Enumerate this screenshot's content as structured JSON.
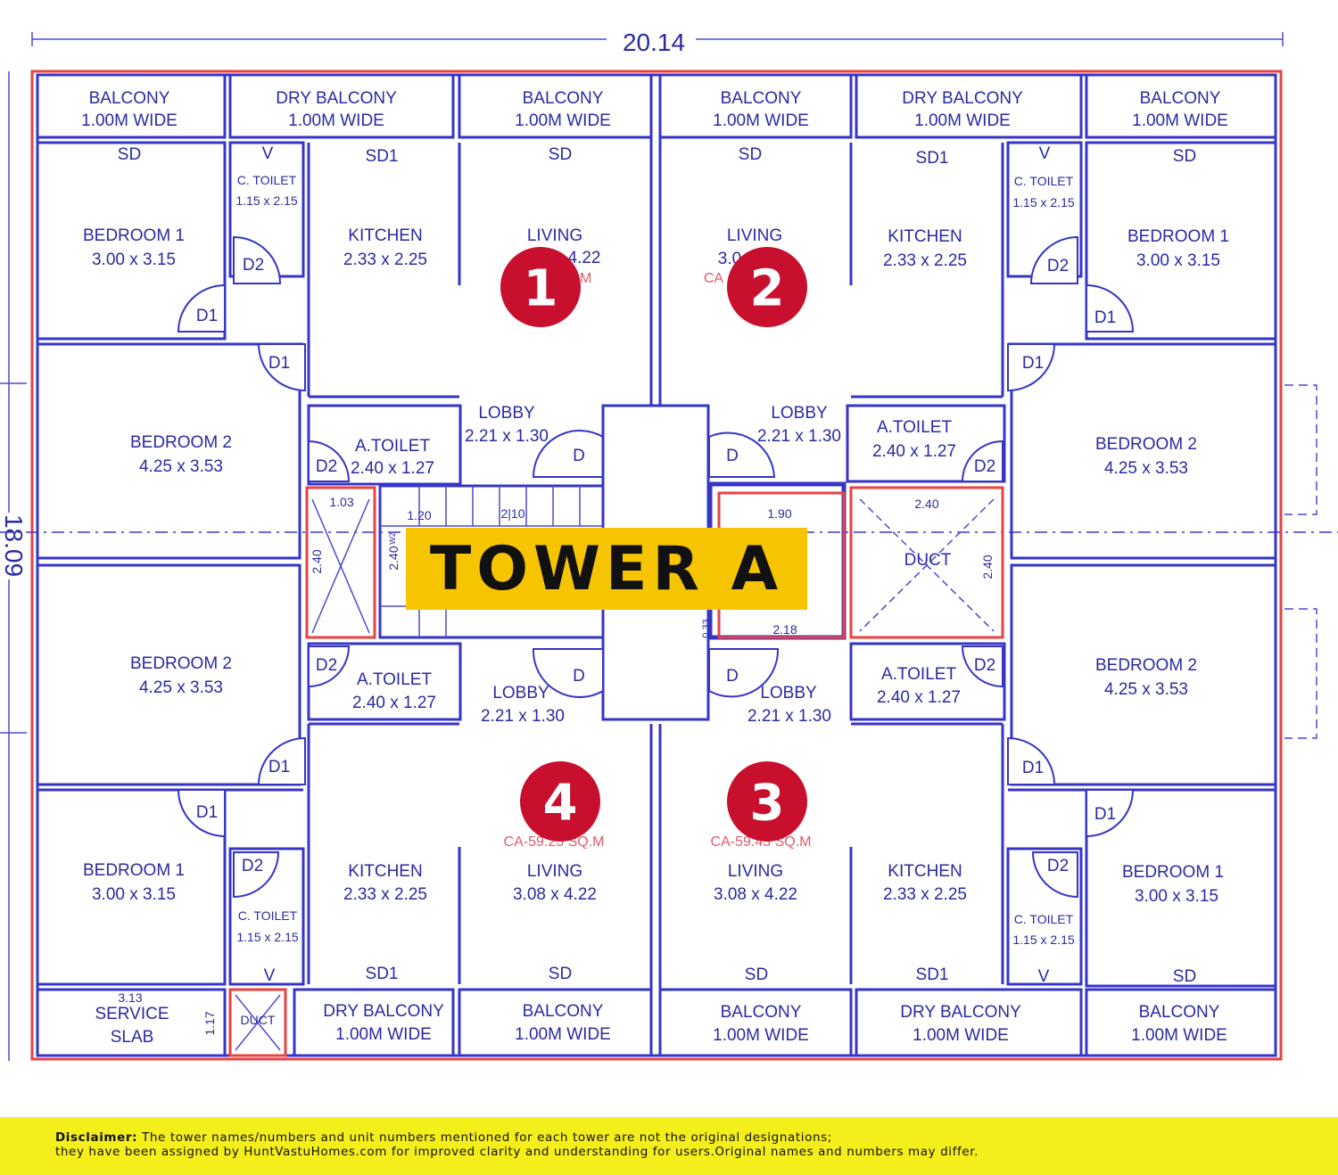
{
  "overall_width": "20.14",
  "overall_depth": "18.09",
  "tower_label": "TOWER A",
  "units": [
    {
      "number": "1",
      "area": "CA-59.SQ.M"
    },
    {
      "number": "2",
      "area": "CA"
    },
    {
      "number": "3",
      "area": "CA-59.43 SQ.M"
    },
    {
      "number": "4",
      "area": "CA-59.25 SQ.M"
    }
  ],
  "rooms": {
    "balcony": {
      "name": "BALCONY",
      "size": "1.00M WIDE"
    },
    "dry_balcony": {
      "name": "DRY BALCONY",
      "size": "1.00M WIDE"
    },
    "bedroom1": {
      "name": "BEDROOM 1",
      "size": "3.00 x 3.15"
    },
    "bedroom2": {
      "name": "BEDROOM 2",
      "size": "4.25 x 3.53"
    },
    "kitchen": {
      "name": "KITCHEN",
      "size": "2.33 x 2.25"
    },
    "living": {
      "name": "LIVING",
      "size": "3.08 x 4.22",
      "size_unit1_partial": "4.22",
      "size_unit2_partial": "3.0"
    },
    "c_toilet": {
      "name": "C. TOILET",
      "size": "1.15 x 2.15"
    },
    "a_toilet": {
      "name": "A.TOILET",
      "size": "2.40 x 1.27"
    },
    "lobby": {
      "name": "LOBBY",
      "size": "2.21 x 1.30"
    },
    "service_slab": {
      "name_line1": "SERVICE",
      "name_line2": "SLAB",
      "width": "3.13",
      "height": "1.17"
    },
    "duct": {
      "name": "DUCT"
    }
  },
  "door_tags": {
    "sd": "SD",
    "sd1": "SD1",
    "d": "D",
    "d1": "D1",
    "d2": "D2",
    "v": "V"
  },
  "core_dims": {
    "shaft_left_w": "1.03",
    "shaft_left_h": "2.40",
    "stair_w": "1.20",
    "stair_h": "2.40",
    "stair_tread": "2|10",
    "stair_w2": "W2",
    "stair_20": "20",
    "lift_w": "1.90",
    "lift_bottom": "2.18",
    "lift_side": "0.33",
    "duct_w": "2.40",
    "duct_h": "2.40"
  },
  "disclaimer": {
    "label": "Disclaimer:",
    "line1": "The tower names/numbers and unit numbers mentioned for each tower are not the original designations;",
    "line2": "they have been assigned by HuntVastuHomes.com for improved clarity and understanding for users.Original names and numbers may differ."
  },
  "colors": {
    "wall_blue": "#3535c8",
    "boundary_red": "#e84242",
    "badge_red": "#c8102e",
    "label_yellow": "#f6c400",
    "disclaimer_yellow": "#f4ee1a"
  }
}
